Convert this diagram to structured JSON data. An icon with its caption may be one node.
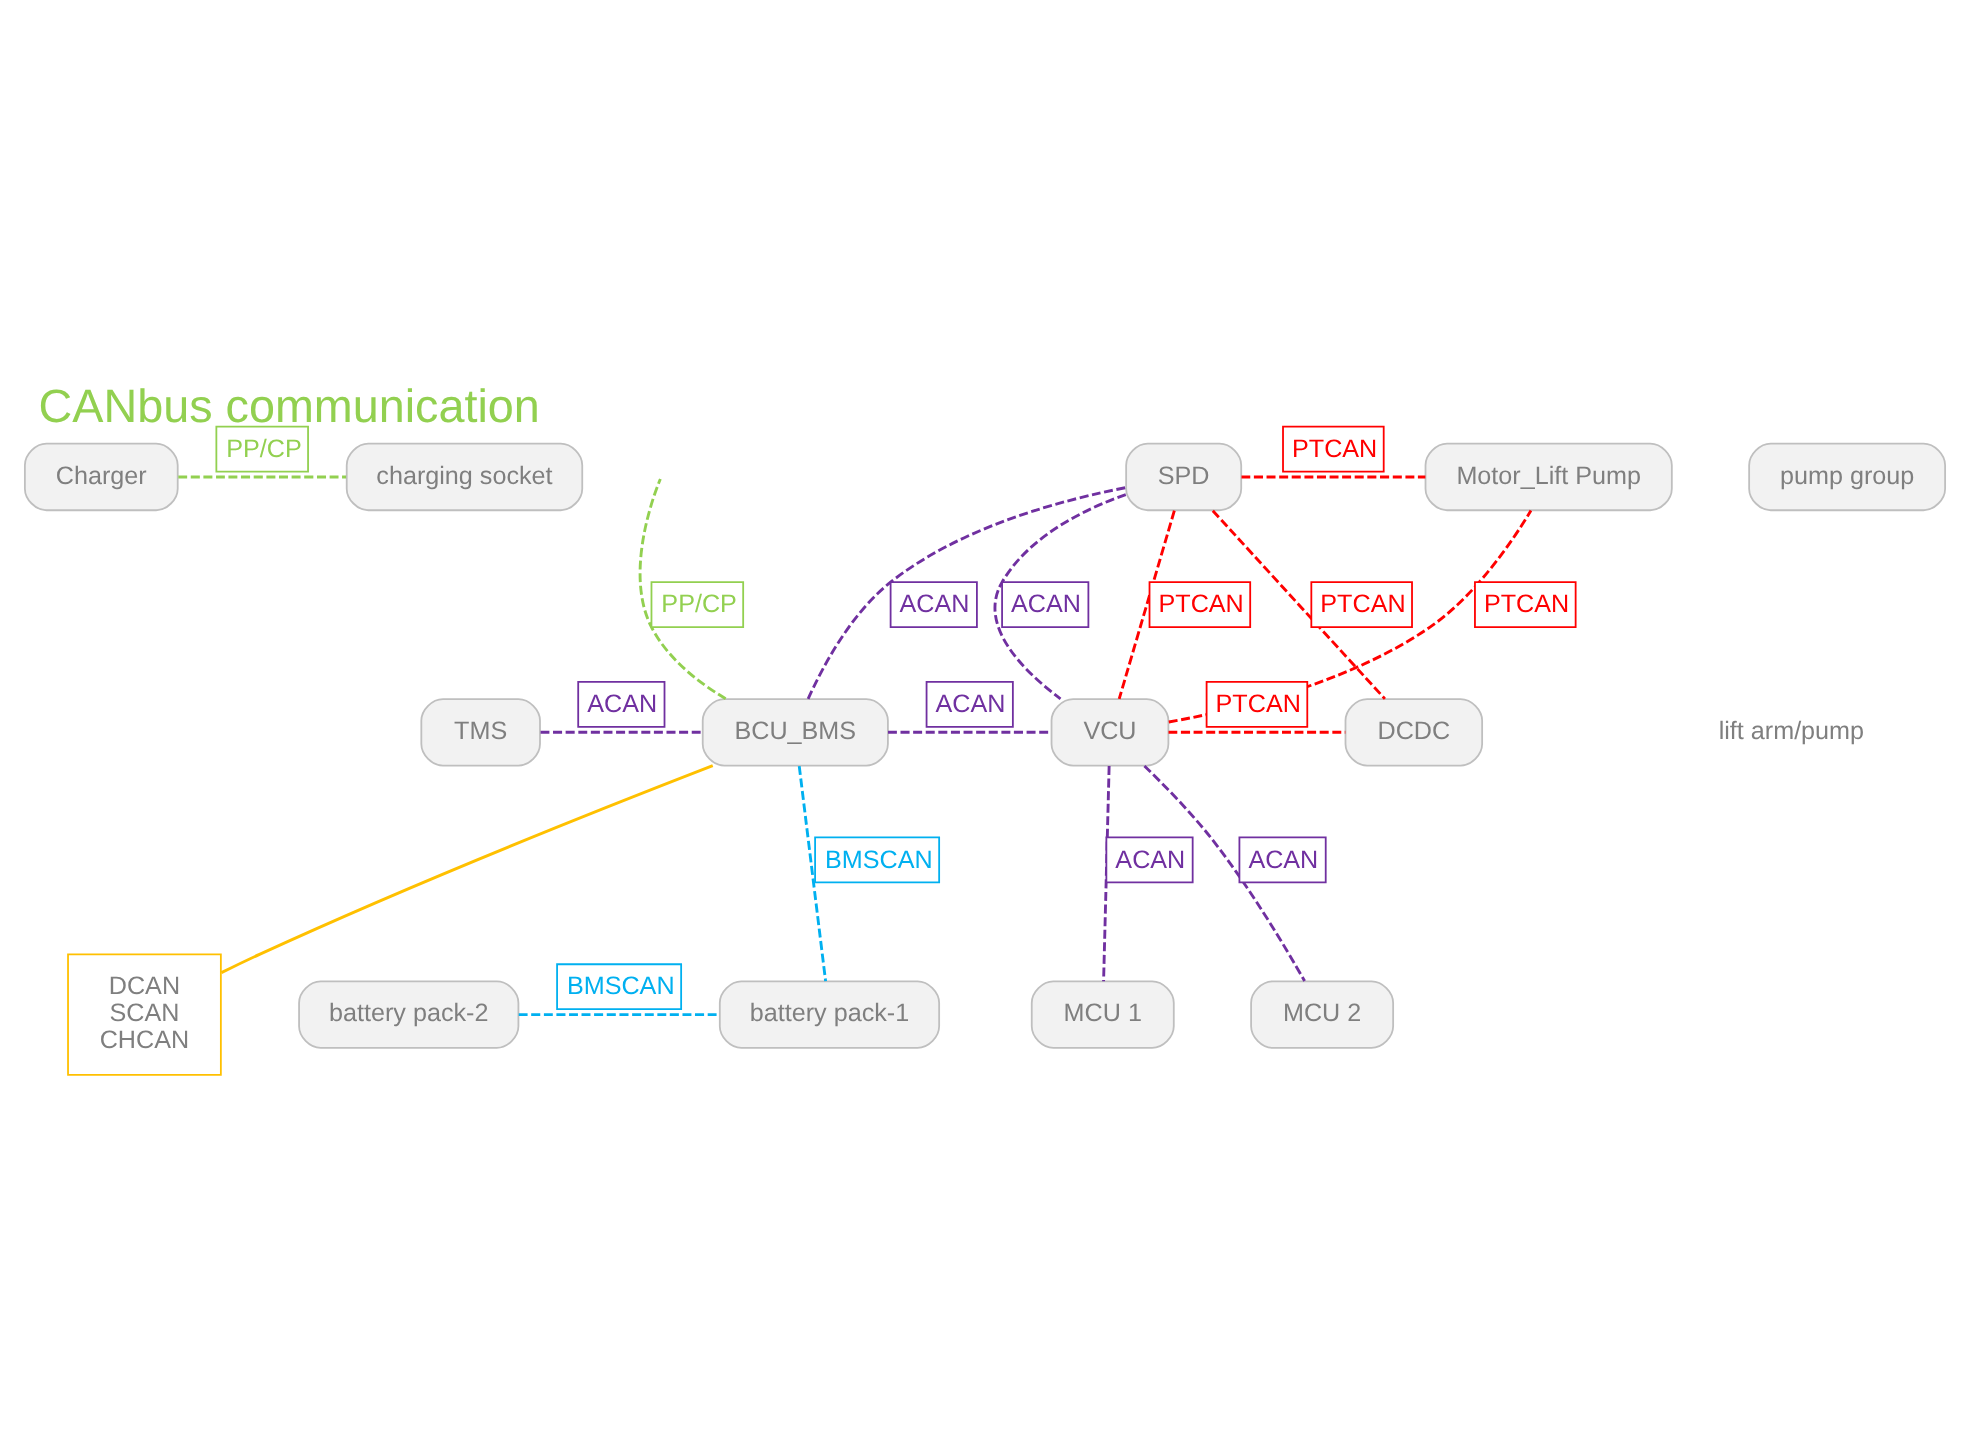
{
  "diagram": {
    "title": "CANbus communication",
    "nodes": [
      {
        "text": [
          "Charger"
        ]
      },
      {
        "text": [
          "charging socket"
        ]
      },
      {
        "text": [
          "SPD"
        ]
      },
      {
        "text": [
          "Motor_Lift Pump"
        ]
      },
      {
        "text": [
          "pump group"
        ]
      },
      {
        "text": [
          "TMS"
        ]
      },
      {
        "text": [
          "BCU_BMS"
        ]
      },
      {
        "text": [
          "VCU"
        ]
      },
      {
        "text": [
          "DCDC"
        ]
      },
      {
        "text": [
          "DCAN",
          "SCAN",
          "CHCAN"
        ]
      },
      {
        "text": [
          "battery pack-2"
        ]
      },
      {
        "text": [
          "battery pack-1"
        ]
      },
      {
        "text": [
          "MCU 1"
        ]
      },
      {
        "text": [
          "MCU 2"
        ]
      }
    ],
    "edges": [
      {
        "from": 0,
        "to": 1,
        "arrow": "none",
        "label": "PP/CP",
        "style": "dashed",
        "color": "#92d050"
      },
      {
        "from": 6,
        "to": null,
        "arrow": "none",
        "label": "PP/CP",
        "style": "dashed",
        "color": "#92d050"
      },
      {
        "from": 6,
        "to": 2,
        "arrow": "none",
        "label": "ACAN",
        "style": "dashed"
      },
      {
        "from": 2,
        "to": 3,
        "arrow": "none",
        "label": "PTCAN",
        "style": "dashed",
        "color": "#ff0000"
      },
      {
        "from": 2,
        "to": 8,
        "arrow": "none",
        "label": "PTCAN",
        "style": "dashed",
        "color": "#ff0000"
      },
      {
        "from": 2,
        "to": 7,
        "arrow": "none",
        "label": "ACAN",
        "style": "dashed"
      },
      {
        "from": 2,
        "to": 7,
        "arrow": "none",
        "label": "PTCAN",
        "style": "dashed",
        "color": "#ff0000"
      },
      {
        "from": 7,
        "to": 3,
        "arrow": "none",
        "label": "PTCAN",
        "style": "dashed",
        "color": "#ff0000"
      },
      {
        "from": 5,
        "to": 6,
        "arrow": "none",
        "label": "ACAN",
        "style": "dashed"
      },
      {
        "from": 6,
        "to": 7,
        "arrow": "none",
        "label": "ACAN",
        "style": "dashed"
      },
      {
        "from": 7,
        "to": 8,
        "arrow": "none",
        "label": "PTCAN",
        "style": "dashed",
        "color": "#ff0000"
      },
      {
        "from": 6,
        "to": 9,
        "arrow": "none",
        "color": "#ffc000"
      },
      {
        "from": 6,
        "to": 11,
        "arrow": "none",
        "label": "BMSCAN",
        "style": "dashed",
        "color": "#00b0f0"
      },
      {
        "from": 10,
        "to": 11,
        "arrow": "none",
        "label": "BMSCAN",
        "style": "dashed",
        "color": "#00b0f0"
      },
      {
        "from": 7,
        "to": 12,
        "arrow": "none",
        "label": "ACAN",
        "style": "dashed"
      },
      {
        "from": 7,
        "to": 13,
        "arrow": "none",
        "label": "ACAN",
        "style": "dashed"
      }
    ],
    "labels": [
      "lift arm/pump"
    ]
  }
}
